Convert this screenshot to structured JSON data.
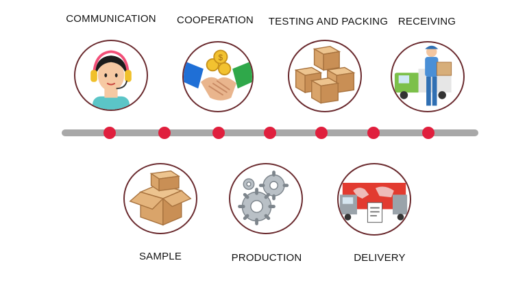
{
  "steps_top": [
    {
      "label": "COMMUNICATION",
      "icon": "customer-service-headset-icon"
    },
    {
      "label": "COOPERATION",
      "icon": "handshake-coins-icon"
    },
    {
      "label": "TESTING AND PACKING",
      "icon": "stacked-boxes-icon"
    },
    {
      "label": "RECEIVING",
      "icon": "courier-truck-icon"
    }
  ],
  "steps_bottom": [
    {
      "label": "SAMPLE",
      "icon": "open-box-icon"
    },
    {
      "label": "PRODUCTION",
      "icon": "gears-icon"
    },
    {
      "label": "DELIVERY",
      "icon": "delivery-trucks-icon"
    }
  ],
  "colors": {
    "timeline": "#a8a8a8",
    "dot": "#e01f3d",
    "circle_border": "#6a2a2e"
  }
}
